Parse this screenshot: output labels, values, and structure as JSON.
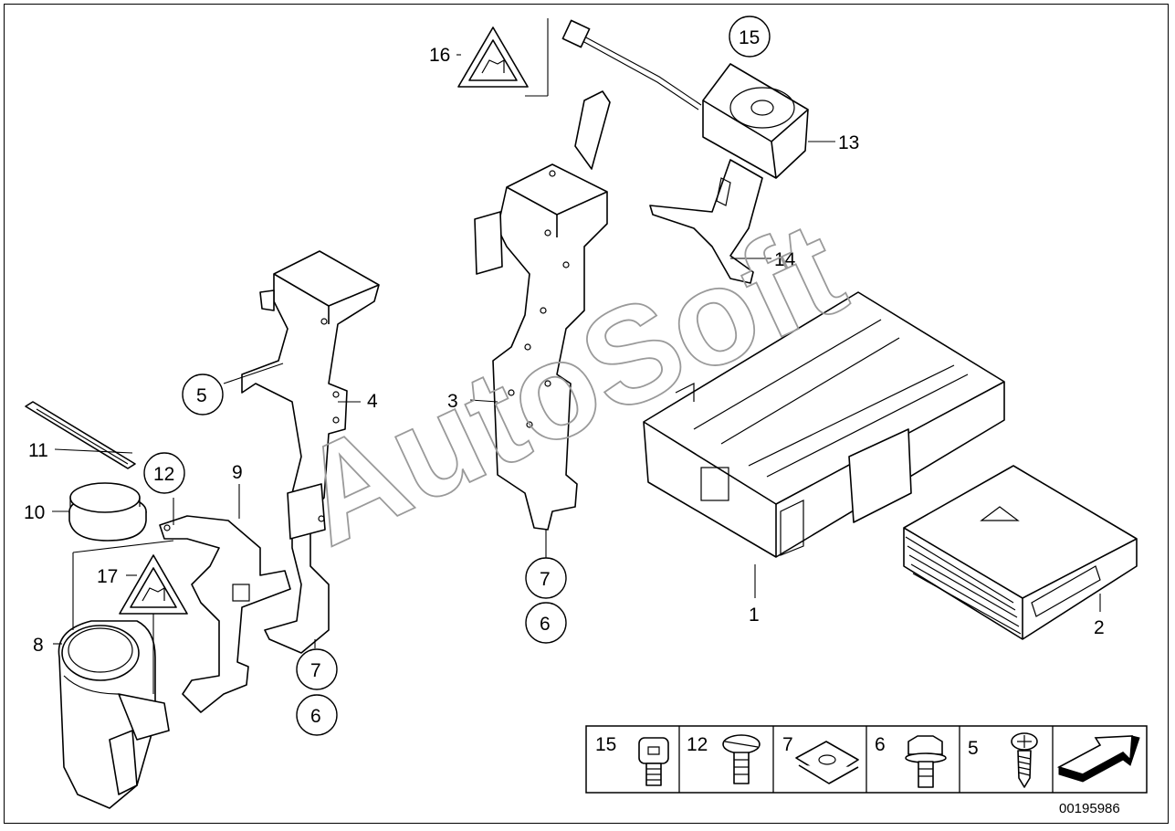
{
  "watermark": "AutoSoft",
  "diagram_code": "00195986",
  "callouts": {
    "c1": "1",
    "c2": "2",
    "c3": "3",
    "c4": "4",
    "c5": "5",
    "c6a": "6",
    "c6b": "6",
    "c7a": "7",
    "c7b": "7",
    "c8": "8",
    "c9": "9",
    "c10": "10",
    "c11": "11",
    "c12": "12",
    "c13": "13",
    "c14": "14",
    "c15": "15",
    "c16": "16",
    "c17": "17"
  },
  "legend": {
    "items": [
      {
        "num": "15",
        "part": "hex-socket-screw"
      },
      {
        "num": "12",
        "part": "oval-head-screw"
      },
      {
        "num": "7",
        "part": "clip-nut"
      },
      {
        "num": "6",
        "part": "hex-bolt"
      },
      {
        "num": "5",
        "part": "tapping-screw"
      },
      {
        "num": "",
        "part": "arrow-symbol"
      }
    ]
  },
  "colors": {
    "line": "#000000",
    "watermark": "#9a9a9a",
    "background": "#ffffff"
  }
}
